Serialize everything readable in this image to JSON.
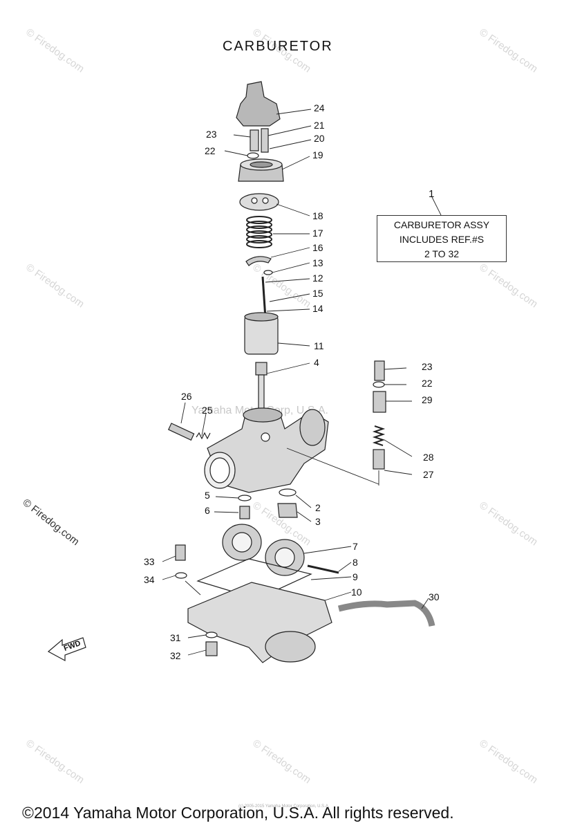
{
  "title": "CARBURETOR",
  "assembly_note": {
    "ref": "1",
    "lines": [
      "CARBURETOR ASSY",
      "INCLUDES REF.#S",
      "2 TO 32"
    ]
  },
  "callouts": [
    "24",
    "23",
    "21",
    "22",
    "20",
    "19",
    "18",
    "17",
    "16",
    "13",
    "12",
    "15",
    "14",
    "11",
    "4",
    "23",
    "22",
    "29",
    "28",
    "27",
    "26",
    "25",
    "5",
    "2",
    "6",
    "3",
    "7",
    "8",
    "9",
    "10",
    "30",
    "33",
    "34",
    "31",
    "32"
  ],
  "watermark": "© Firedog.com",
  "side_watermark": "© Firedog.com",
  "ghost_watermark": "Yamaha Motor Corp, U.S.A.",
  "fwd_label": "FWD",
  "footer": "©2014 Yamaha Motor Corporation, U.S.A. All rights reserved.",
  "tiny_footer": "(c) 2005-2015 Yamaha Motor Corporation, U.S.A.",
  "colors": {
    "line": "#222222",
    "watermark": "#d6d6d6",
    "part_fill": "#e8e8e8"
  }
}
